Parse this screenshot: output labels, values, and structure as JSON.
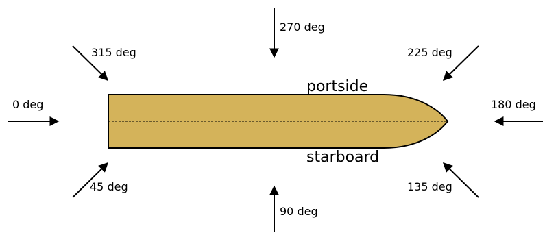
{
  "diagram": {
    "hull": {
      "fill": "#d4b35a",
      "stroke": "#000000",
      "centerline_color": "#000000"
    },
    "side_labels": {
      "portside": "portside",
      "starboard": "starboard"
    },
    "directions": [
      {
        "id": "0",
        "label": "0 deg"
      },
      {
        "id": "45",
        "label": "45 deg"
      },
      {
        "id": "90",
        "label": "90 deg"
      },
      {
        "id": "135",
        "label": "135 deg"
      },
      {
        "id": "180",
        "label": "180 deg"
      },
      {
        "id": "225",
        "label": "225 deg"
      },
      {
        "id": "270",
        "label": "270 deg"
      },
      {
        "id": "315",
        "label": "315 deg"
      }
    ]
  }
}
